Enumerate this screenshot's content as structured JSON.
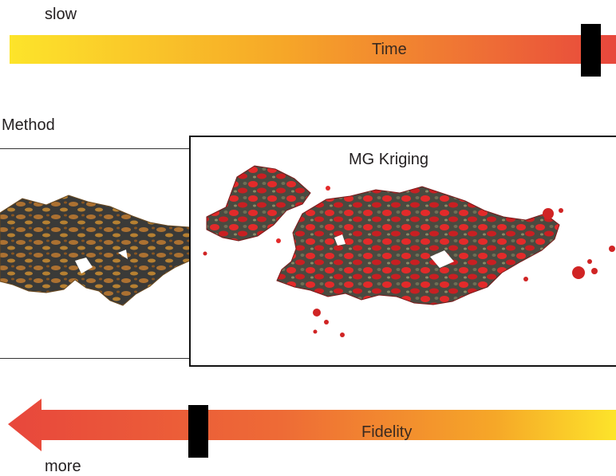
{
  "top_label": "slow",
  "time_bar": {
    "label": "Time",
    "from_color": "#fde42a",
    "to_color": "#e8473c"
  },
  "method_label": "Method",
  "selected_panel": {
    "title": "MG Kriging",
    "fill_color": "#e32a2a",
    "base_color": "#4a4a40"
  },
  "left_panel": {
    "fill_color": "#c07a30",
    "base_color": "#3a3a38"
  },
  "fidelity_bar": {
    "label": "Fidelity",
    "from_color": "#e8473c",
    "to_color": "#fde42a"
  },
  "bottom_label": "more",
  "marker_color": "#000000"
}
